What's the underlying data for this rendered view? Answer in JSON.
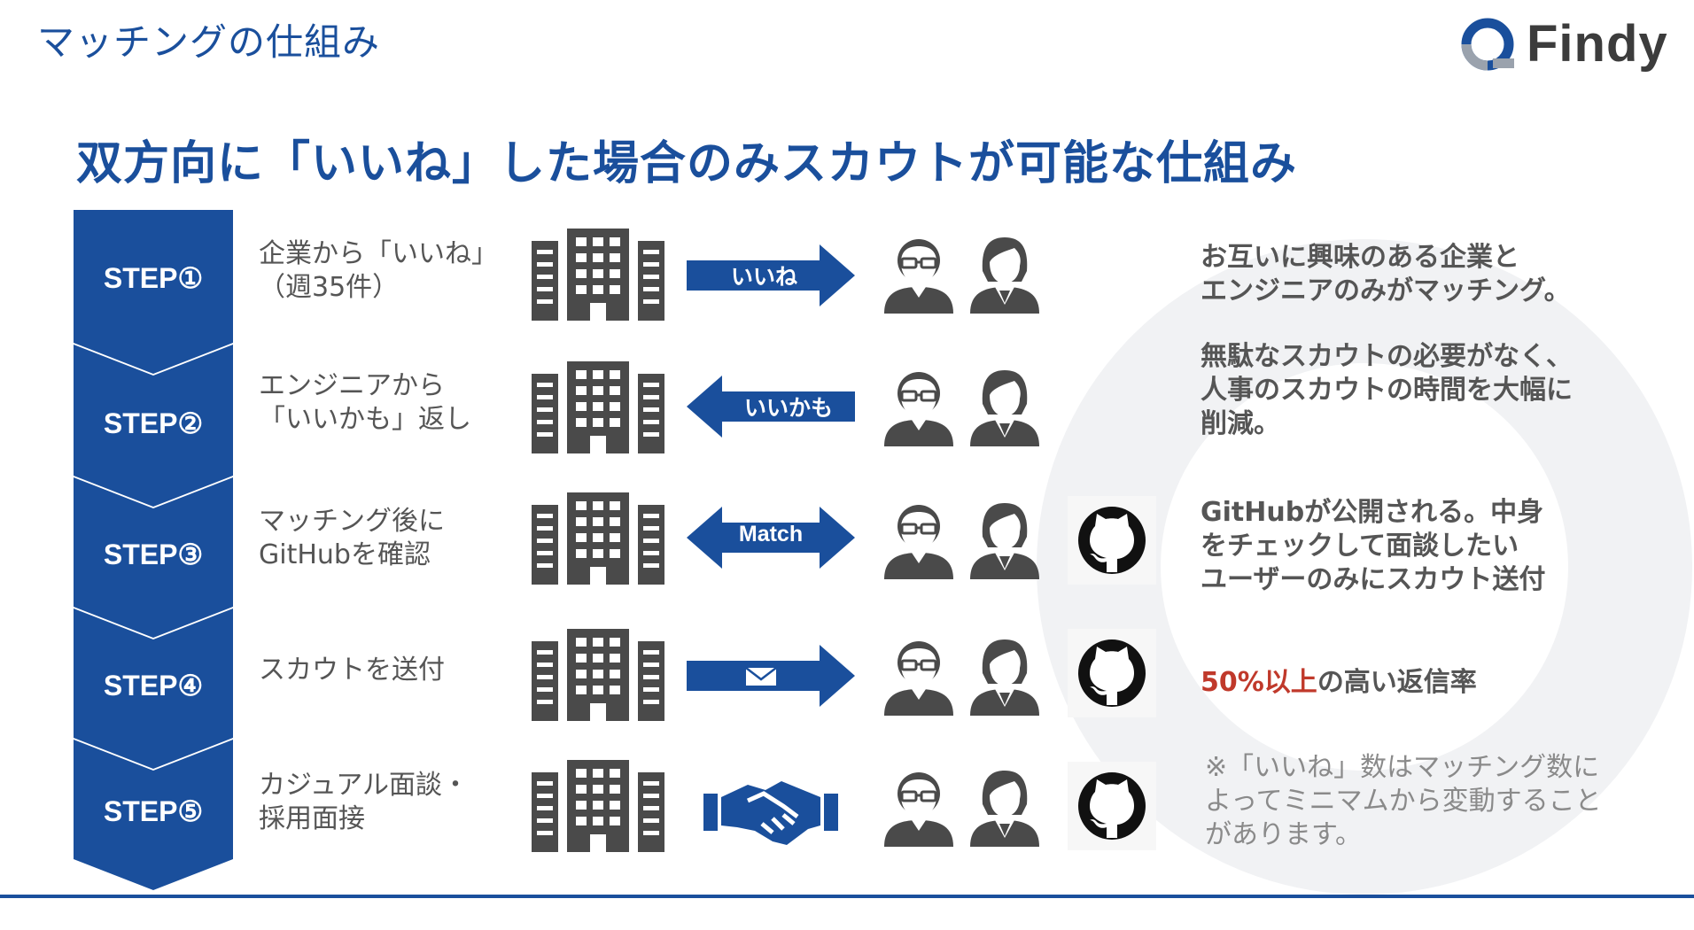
{
  "page_title": "マッチングの仕組み",
  "logo": {
    "text": "Findy"
  },
  "headline": "双方向に「いいね」した場合のみスカウトが可能な仕組み",
  "colors": {
    "brand": "#1a4f9c",
    "accent": "#c0392b",
    "icon": "#4a4a4a",
    "text": "#555555"
  },
  "steps": [
    {
      "label": "STEP①",
      "desc": [
        "企業から「いいね」",
        "（週35件）"
      ],
      "arrow": {
        "label": "いいね",
        "direction": "right"
      },
      "github": false
    },
    {
      "label": "STEP②",
      "desc": [
        "エンジニアから",
        "「いいかも」返し"
      ],
      "arrow": {
        "label": "いいかも",
        "direction": "left"
      },
      "github": false
    },
    {
      "label": "STEP③",
      "desc": [
        "マッチング後に",
        "GitHubを確認"
      ],
      "arrow": {
        "label": "Match",
        "direction": "both"
      },
      "github": true
    },
    {
      "label": "STEP④",
      "desc": [
        "スカウトを送付"
      ],
      "arrow": {
        "icon": "envelope-icon",
        "direction": "right"
      },
      "github": true
    },
    {
      "label": "STEP⑤",
      "desc": [
        "カジュアル面談・",
        "採用面接"
      ],
      "arrow": {
        "icon": "handshake-icon",
        "direction": "none"
      },
      "github": true
    }
  ],
  "right_texts": {
    "s1": [
      "お互いに興味のある企業と",
      "エンジニアのみがマッチング。"
    ],
    "s2": [
      "無駄なスカウトの必要がなく、",
      "人事のスカウトの時間を大幅に",
      "削減。"
    ],
    "s3": [
      "GitHubが公開される。中身",
      "をチェックして面談したい",
      "ユーザーのみにスカウト送付"
    ],
    "s4": {
      "accent": "50%以上",
      "rest": "の高い返信率"
    }
  },
  "note": [
    "※「いいね」数はマッチング数に",
    "よってミニマムから変動すること",
    "があります。"
  ]
}
